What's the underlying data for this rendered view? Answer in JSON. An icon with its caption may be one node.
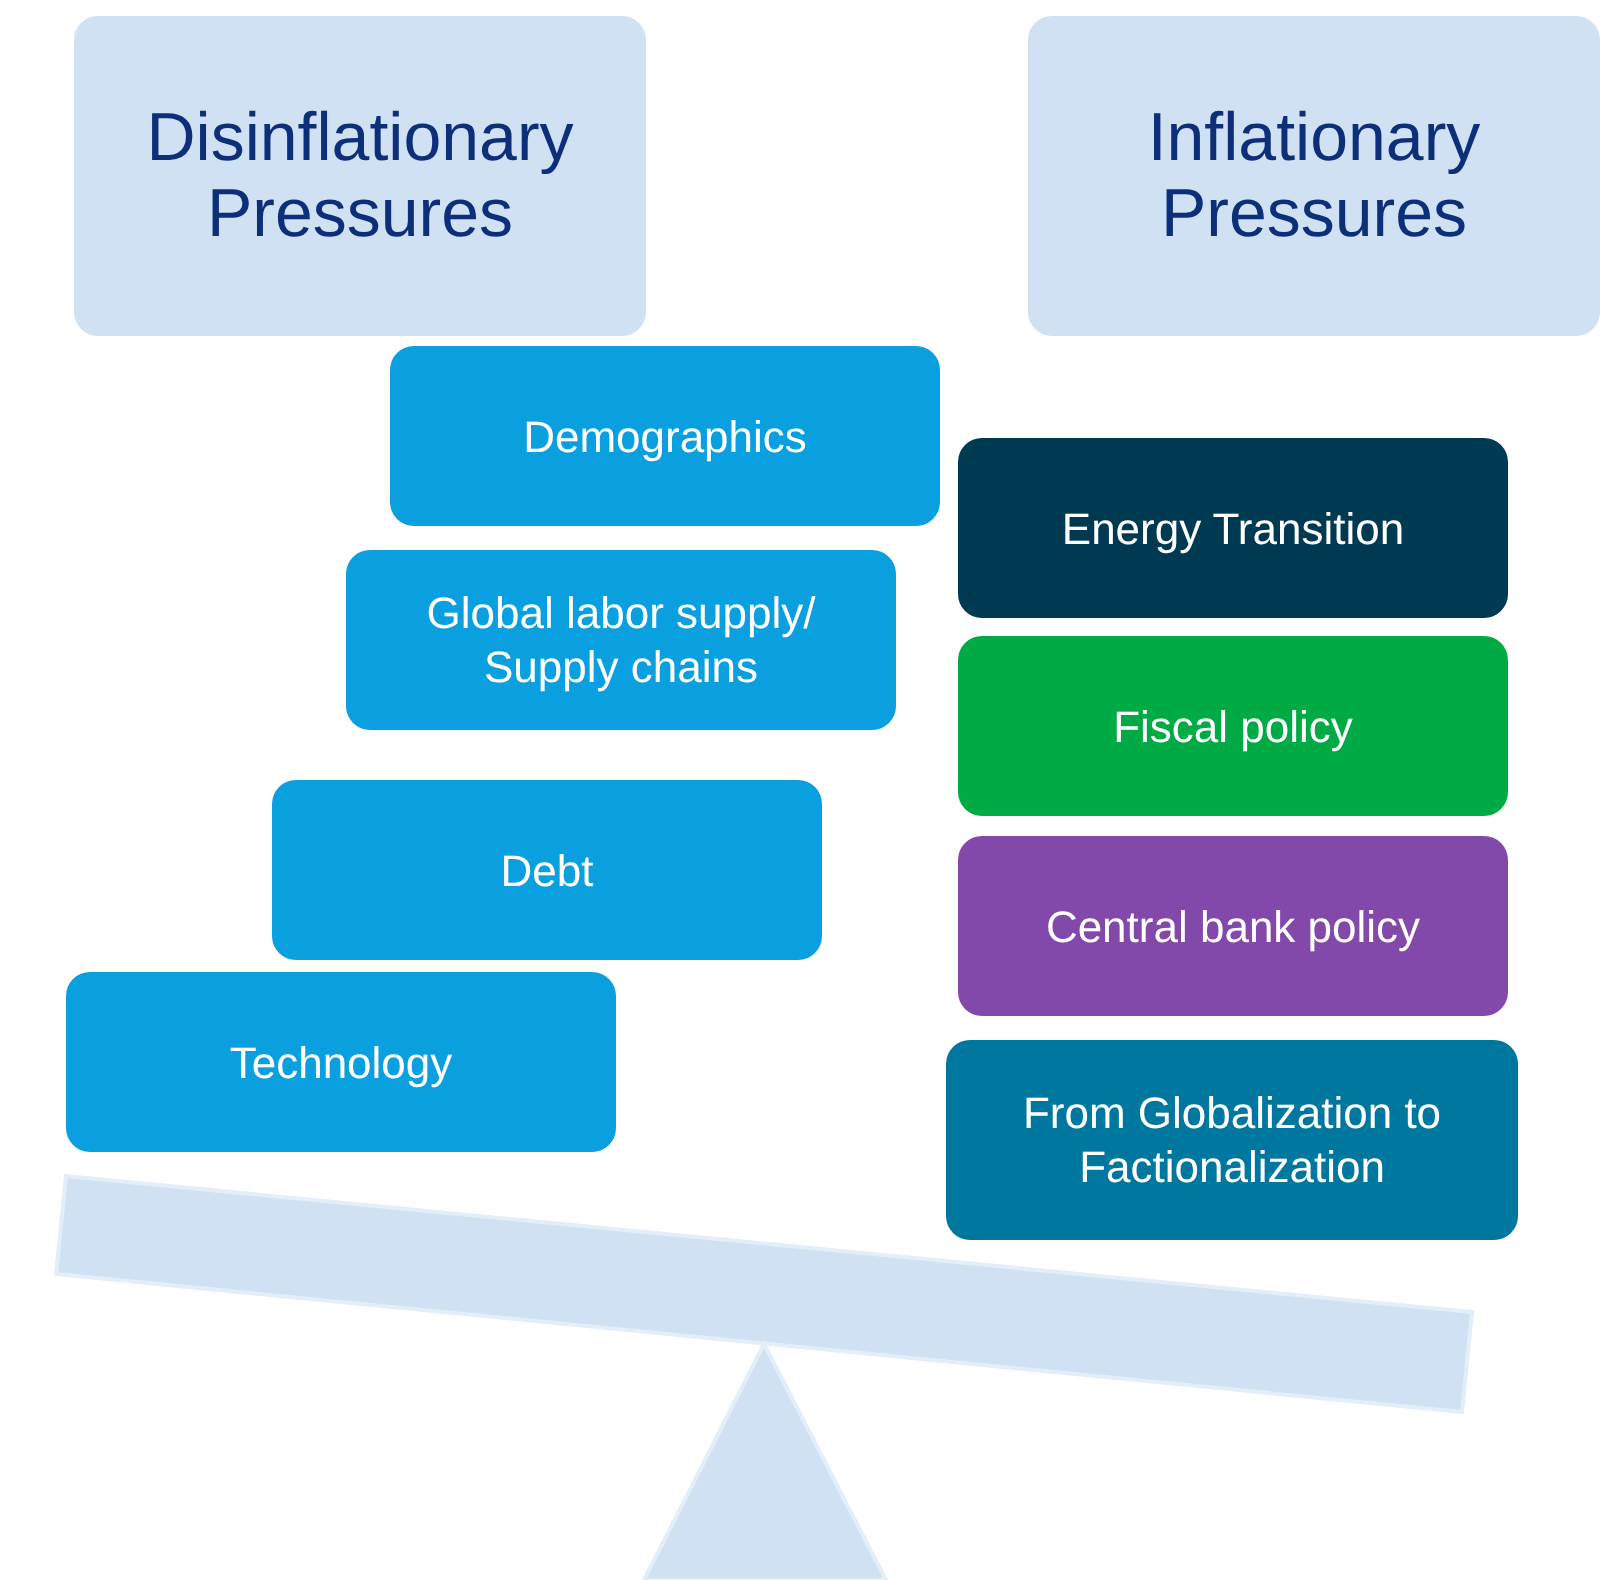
{
  "diagram": {
    "nodes": [
      {
        "text": [
          "Disinflationary Pressures"
        ]
      },
      {
        "text": [
          "Inflationary Pressures"
        ]
      },
      {
        "text": [
          "Demographics"
        ]
      },
      {
        "text": [
          "Global labor supply/ Supply chains"
        ]
      },
      {
        "text": [
          "Debt"
        ]
      },
      {
        "text": [
          "Technology"
        ]
      },
      {
        "text": [
          "Energy Transition"
        ]
      },
      {
        "text": [
          "Fiscal policy"
        ]
      },
      {
        "text": [
          "Central bank policy"
        ]
      },
      {
        "text": [
          "From Globalization to Factionalization"
        ]
      }
    ]
  }
}
